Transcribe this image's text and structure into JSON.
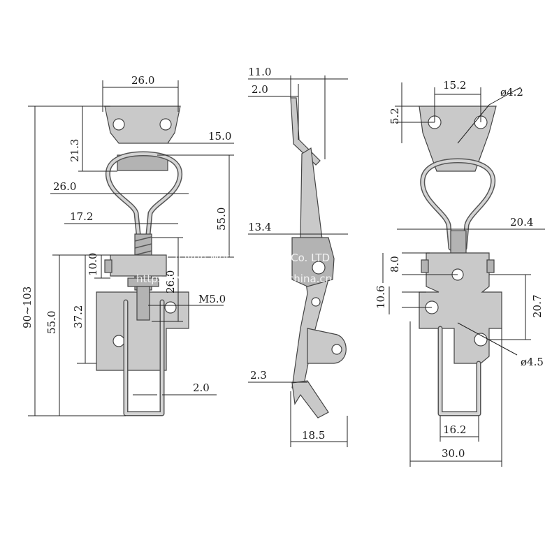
{
  "views": {
    "front": {
      "labels": {
        "top_width": "26.0",
        "plate_height": "21.3",
        "loop_width": "15.0",
        "wire_width": "26.0",
        "neck_width": "17.2",
        "loop_to_pivot": "55.0",
        "total_height": "90~103",
        "body_height": "55.0",
        "base_height": "37.2",
        "screw_offset": "10.0",
        "screw_length": "26.0",
        "thread": "M5.0",
        "rod_diameter": "2.0"
      }
    },
    "side": {
      "labels": {
        "top_offset": "11.0",
        "plate_thickness": "2.0",
        "lever_depth": "13.4",
        "tip_thickness": "2.3",
        "depth": "18.5"
      }
    },
    "back": {
      "labels": {
        "hole_spacing": "15.2",
        "hole_diameter": "ø4.2",
        "hole_offset": "5.2",
        "wire_width": "20.4",
        "pivot_height": "8.0",
        "hole_height": "10.6",
        "hole_span": "20.7",
        "base_hole_diameter": "ø4.5",
        "base_hole_spacing": "16.2",
        "base_width": "30.0"
      }
    }
  },
  "watermark": "Jiayun Metal Products Co. LTD",
  "watermark_url": "https://www.mbhardware.en.china.cn/",
  "colors": {
    "metal": "#c9c9c9",
    "metal_dark": "#b3b3b3",
    "outline": "#444444",
    "dimension": "#222222"
  }
}
